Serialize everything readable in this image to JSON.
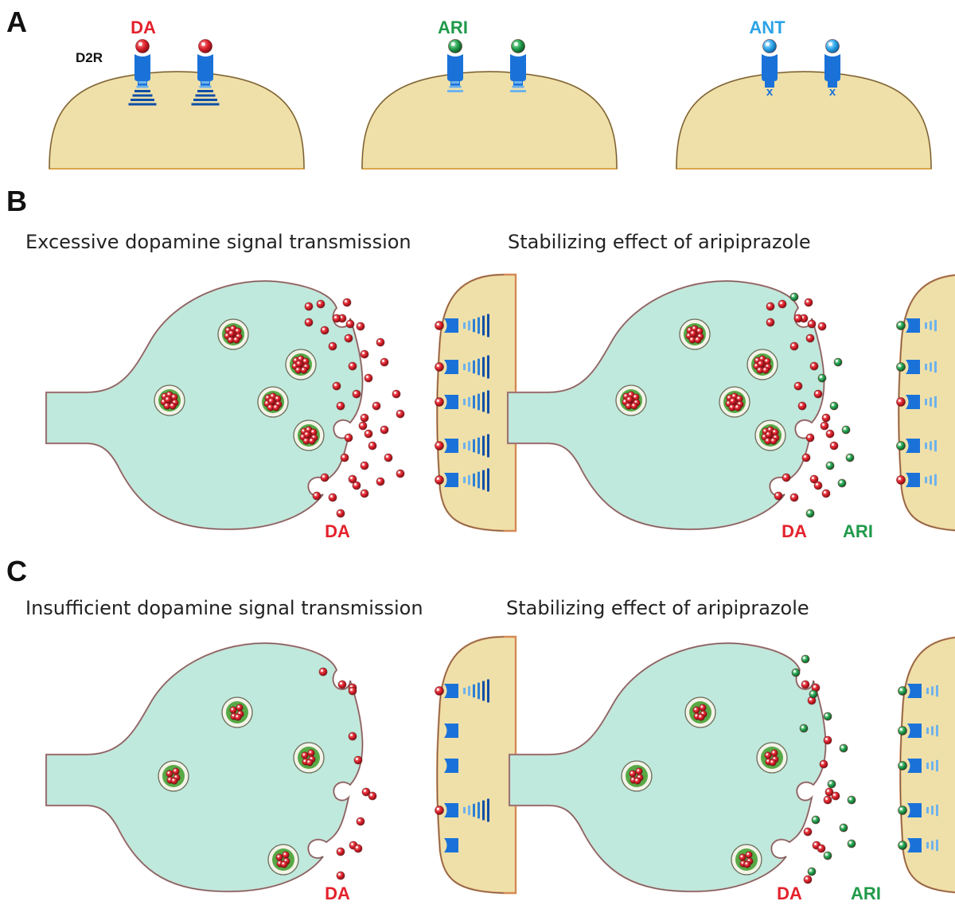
{
  "colors": {
    "dopamine": "#e4222c",
    "aripiprazole": "#1f9a4a",
    "antagonist": "#2aa3e8",
    "receptor": "#1a72d9",
    "signal_dark": "#0f4ea6",
    "signal_light": "#6fb3ec",
    "presynaptic_fill": "#bfe9dc",
    "postsynaptic_fill": "#efe0a9",
    "membrane": "#c98a8a",
    "vesicle_fill": "#58a946"
  },
  "panel_a": {
    "letter": "A",
    "receptor_label": "D2R",
    "cells": [
      {
        "label": "DA",
        "ligand": "dopamine",
        "signal": "full"
      },
      {
        "label": "ARI",
        "ligand": "aripiprazole",
        "signal": "partial"
      },
      {
        "label": "ANT",
        "ligand": "antagonist",
        "signal": "blocked",
        "blocked_mark": "x"
      }
    ]
  },
  "panel_b": {
    "letter": "B",
    "left": {
      "caption": "Excessive dopamine signal transmission",
      "da_label": "DA"
    },
    "right": {
      "caption": "Stabilizing effect of aripiprazole",
      "da_label": "DA",
      "ari_label": "ARI"
    }
  },
  "panel_c": {
    "letter": "C",
    "left": {
      "caption": "Insufficient dopamine signal transmission",
      "da_label": "DA"
    },
    "right": {
      "caption": "Stabilizing effect of aripiprazole",
      "da_label": "DA",
      "ari_label": "ARI"
    }
  },
  "icons": {
    "receptor": "d2-receptor-icon",
    "dopamine": "dopamine-molecule-icon",
    "aripiprazole": "aripiprazole-molecule-icon",
    "vesicle": "synaptic-vesicle-icon",
    "signal": "signal-stack-icon"
  }
}
